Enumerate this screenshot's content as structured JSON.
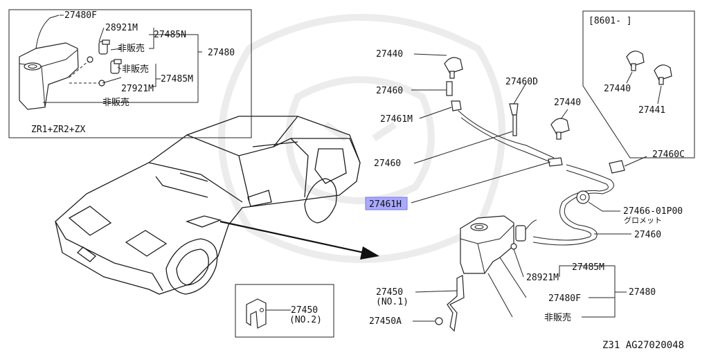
{
  "labels": {
    "inset_tl": {
      "p27480F": "27480F",
      "p28921M": "28921M",
      "p27485N": "27485N",
      "p27480": "27480",
      "hihanbai1": "非販売",
      "hihanbai2": "非販売",
      "p27921M": "27921M",
      "p27485M": "27485M",
      "hihanbai3": "非販売",
      "model": "ZR1+ZR2+ZX"
    },
    "inset_tr": {
      "bracket": "[8601-    ]",
      "p27440": "27440",
      "p27441": "27441"
    },
    "main": {
      "p27440a": "27440",
      "p27460a": "27460",
      "p27461M": "27461M",
      "p27460D": "27460D",
      "p27440b": "27440",
      "p27460b": "27460",
      "p27460C": "27460C",
      "p27461H": "27461H",
      "p27466": "27466-01P00",
      "gromet": "グロメット",
      "p27460c": "27460",
      "p27485M": "27485M",
      "p28921M": "28921M",
      "p27480": "27480",
      "p27480F": "27480F",
      "hihanbai": "非販売",
      "p27450": "27450",
      "no1": "(NO.1)",
      "p27450A": "27450A"
    },
    "inset_bl": {
      "p27450": "27450",
      "no2": "(NO.2)"
    },
    "footer": "Z31  AG27020048"
  },
  "colors": {
    "highlight": "#a9a9ff",
    "line": "#222222"
  }
}
